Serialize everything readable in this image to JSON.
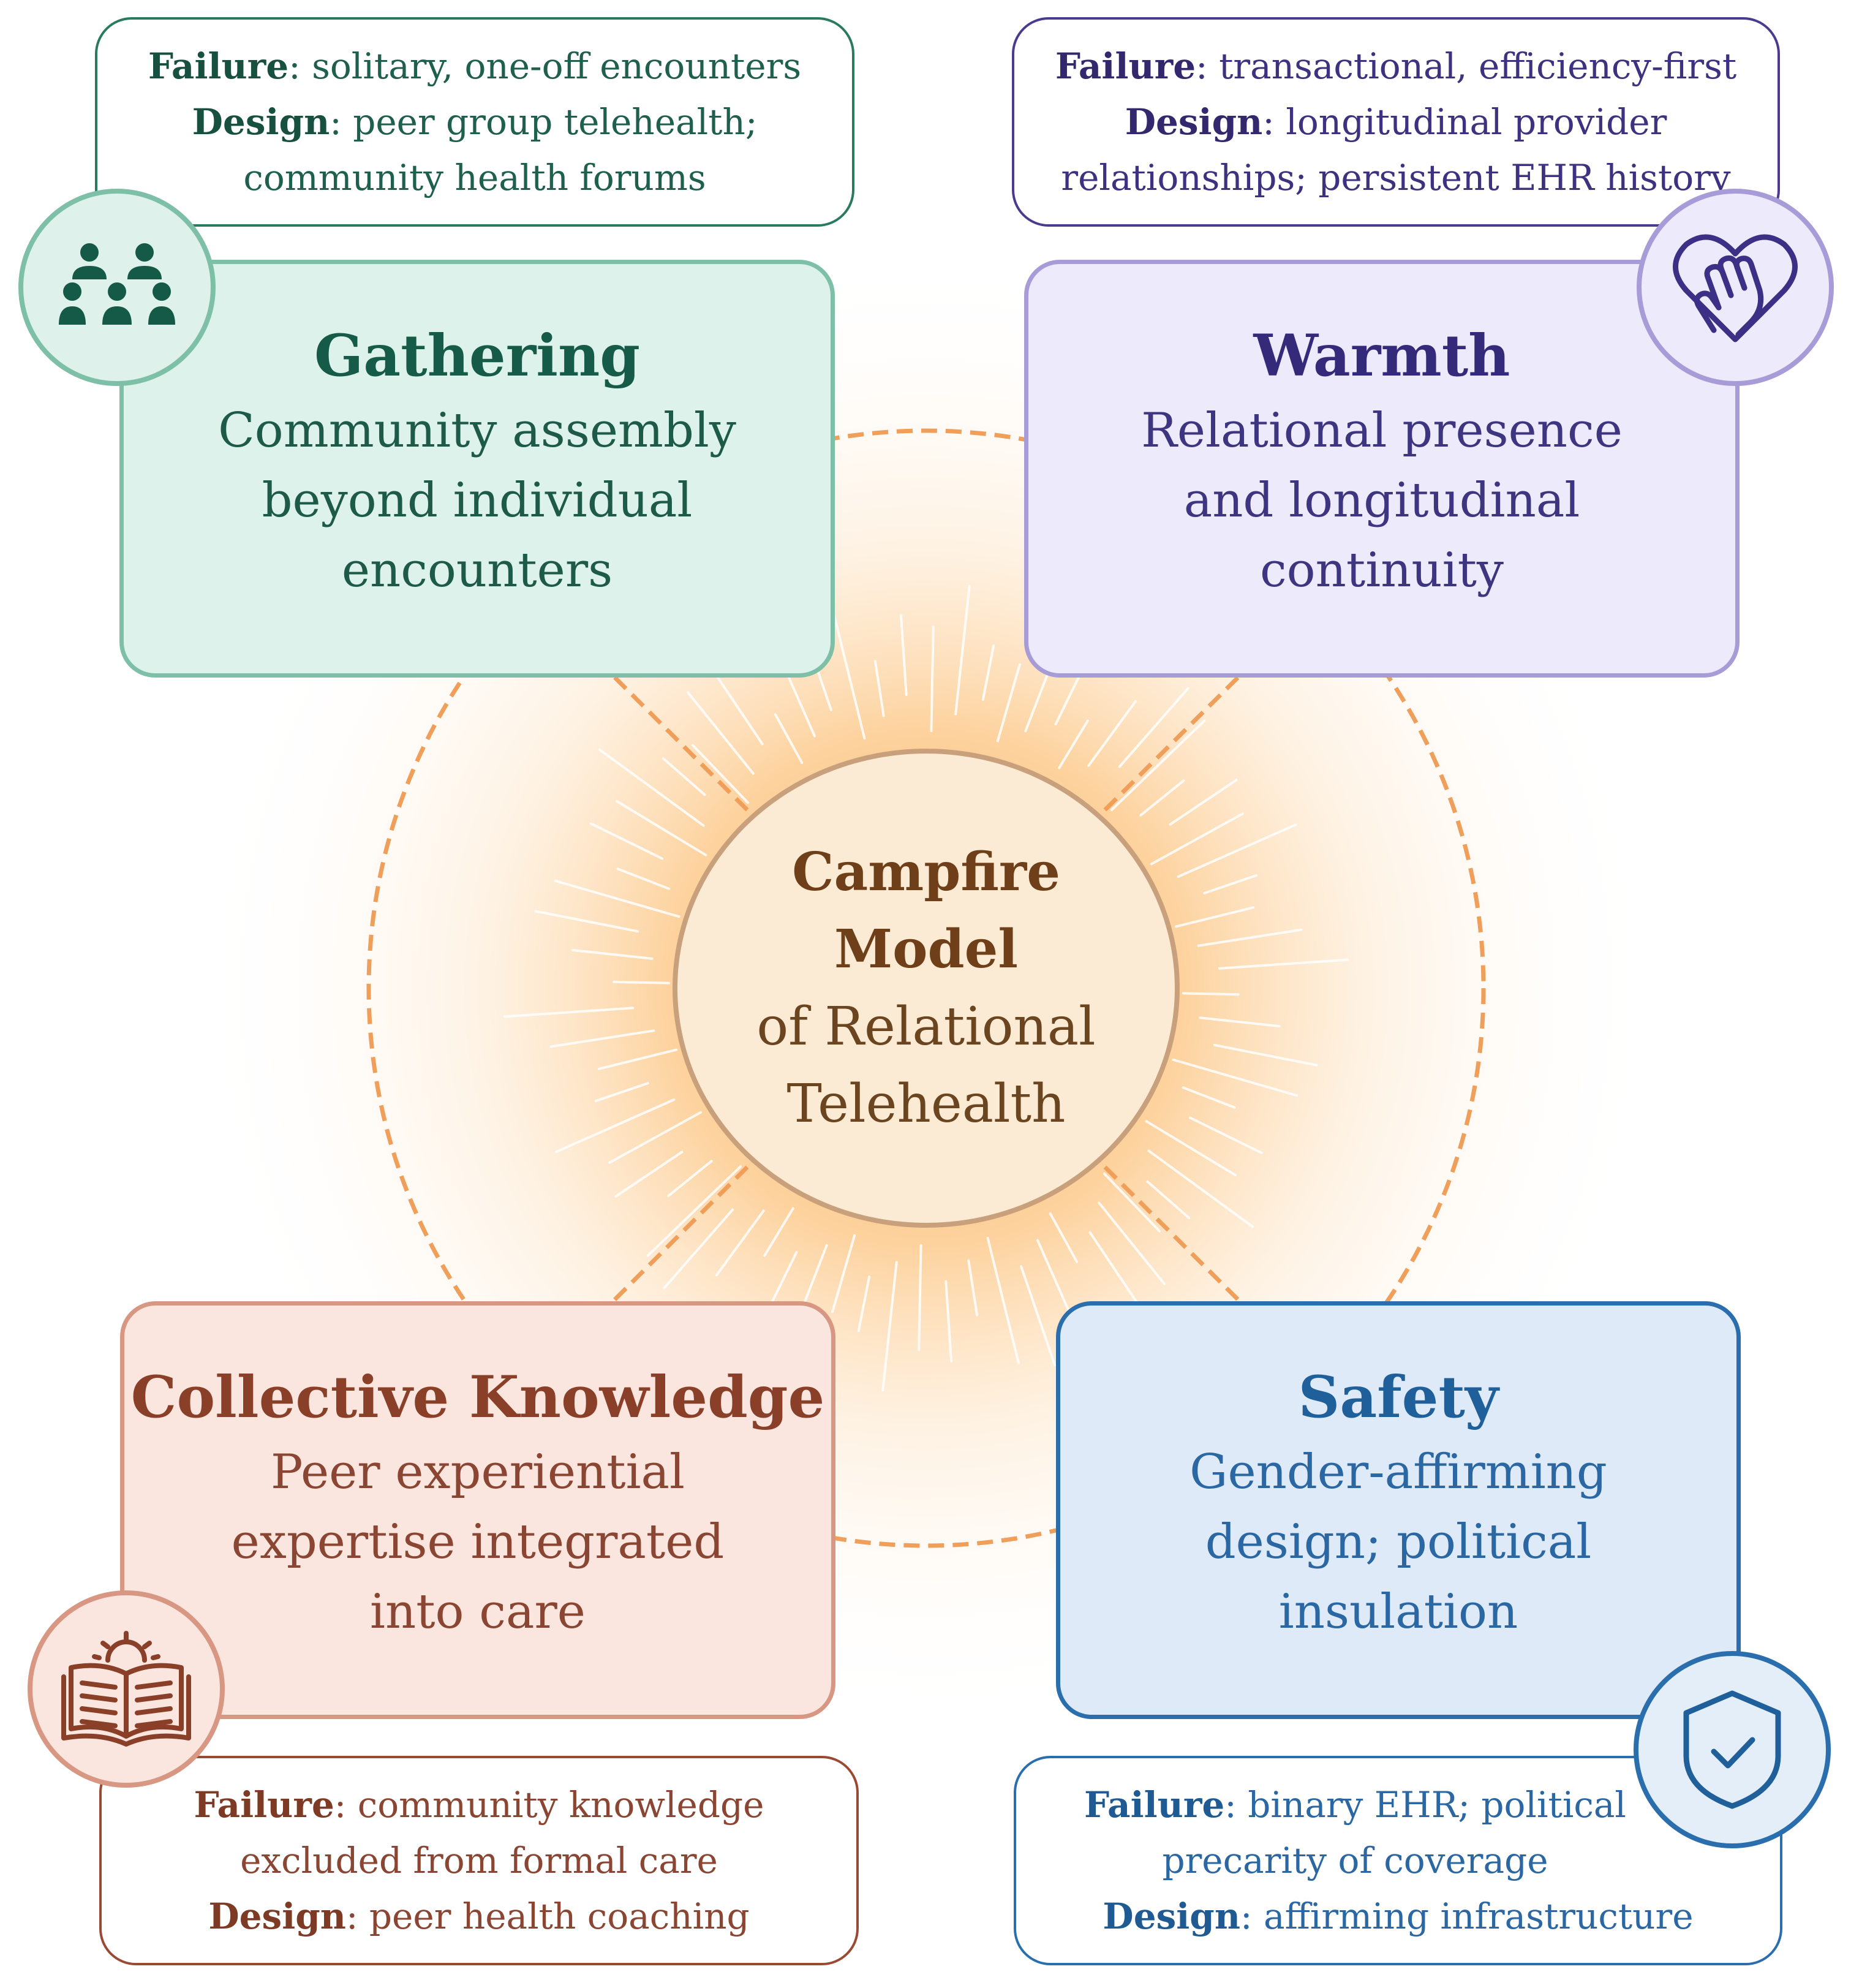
{
  "center": {
    "title": "Campfire Model",
    "subtitle": "of Relational Telehealth"
  },
  "pillars": {
    "gathering": {
      "title": "Gathering",
      "description": "Community assembly beyond individual encounters",
      "failure_label": "Failure",
      "failure_text": ": solitary, one-off encounters",
      "design_label": "Design",
      "design_text": ": peer group telehealth; community health forums",
      "icon": "people-group-icon",
      "color": "#165a48"
    },
    "warmth": {
      "title": "Warmth",
      "description": "Relational presence and longitudinal continuity",
      "failure_label": "Failure",
      "failure_text": ": transactional, efficiency-first",
      "design_label": "Design",
      "design_text": ": longitudinal provider relationships; persistent EHR history",
      "icon": "heart-hand-icon",
      "color": "#352a7a"
    },
    "knowledge": {
      "title": "Collective Knowledge",
      "description": "Peer experiential expertise integrated into care",
      "failure_label": "Failure",
      "failure_text": ": community knowledge excluded from formal care",
      "design_label": "Design",
      "design_text": ": peer health coaching",
      "icon": "open-book-sun-icon",
      "color": "#8a3f28"
    },
    "safety": {
      "title": "Safety",
      "description": "Gender-affirming design; political insulation",
      "failure_label": "Failure",
      "failure_text": ": binary EHR; political precarity of coverage",
      "design_label": "Design",
      "design_text": ": affirming infrastructure",
      "icon": "shield-check-icon",
      "color": "#1f5f9a"
    }
  }
}
